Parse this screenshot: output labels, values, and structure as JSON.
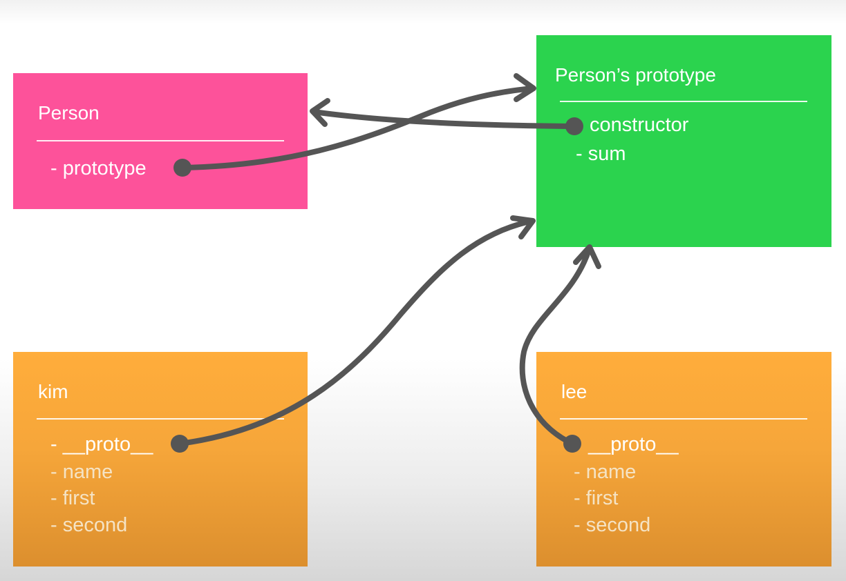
{
  "person": {
    "title": "Person",
    "items": [
      "- prototype"
    ]
  },
  "prototype_obj": {
    "title": "Person’s prototype",
    "items": [
      "constructor",
      "- sum"
    ]
  },
  "kim": {
    "title": "kim",
    "items": [
      "- __proto__",
      "- name",
      "- first",
      "- second"
    ]
  },
  "lee": {
    "title": "lee",
    "items": [
      "__proto__",
      "- name",
      "- first",
      "- second"
    ]
  },
  "colors": {
    "person_box": "#fd529a",
    "prototype_box": "#2bd34e",
    "instance_box": "#ffad3b",
    "connector": "#555555"
  }
}
